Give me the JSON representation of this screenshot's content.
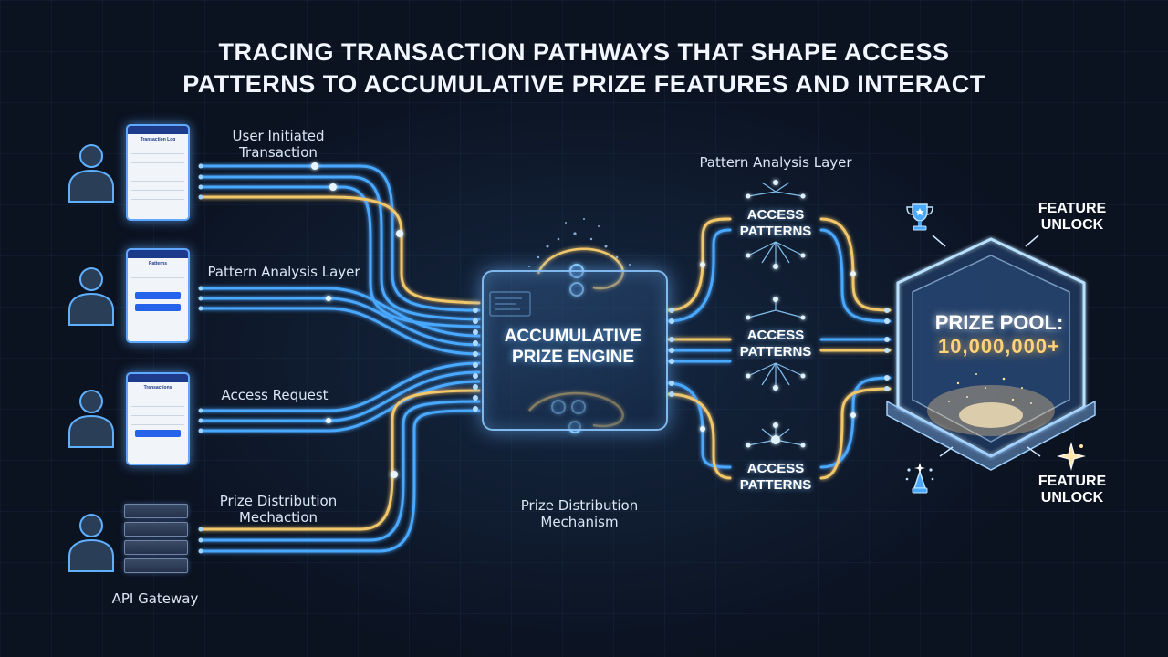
{
  "title": {
    "line1": "TRACING TRANSACTION PATHWAYS THAT SHAPE ACCESS",
    "line2": "PATTERNS TO ACCUMULATIVE PRIZE FEATURES AND INTERACT"
  },
  "left_labels": {
    "user_initiated_l1": "User Initiated",
    "user_initiated_l2": "Transaction",
    "pattern_analysis": "Pattern Analysis Layer",
    "access_request": "Access Request",
    "prize_dist_l1": "Prize Distribution",
    "prize_dist_l2": "Mechaction",
    "api_gateway": "API Gateway"
  },
  "center": {
    "engine_l1": "ACCUMULATIVE",
    "engine_l2": "PRIZE ENGINE",
    "prize_dist_mech_l1": "Prize Distribution",
    "prize_dist_mech_l2": "Mechanism",
    "pattern_analysis_layer": "Pattern Analysis Layer"
  },
  "access_patterns": [
    {
      "l1": "ACCESS",
      "l2": "PATTERNS"
    },
    {
      "l1": "ACCESS",
      "l2": "PATTERNS"
    },
    {
      "l1": "ACCESS",
      "l2": "PATTERNS"
    }
  ],
  "prize_pool": {
    "label": "PRIZE POOL:",
    "amount": "10,000,000+"
  },
  "feature_unlock": [
    {
      "l1": "FEATURE",
      "l2": "UNLOCK"
    },
    {
      "l1": "FEATURE",
      "l2": "UNLOCK"
    }
  ],
  "phones": [
    {
      "header": "Transaction Log"
    },
    {
      "header": "Patterns"
    },
    {
      "header": "Transactions"
    }
  ],
  "colors": {
    "blue_line": "#4aa8ff",
    "gold_line": "#f2c76b",
    "glow": "#8fd0ff"
  }
}
